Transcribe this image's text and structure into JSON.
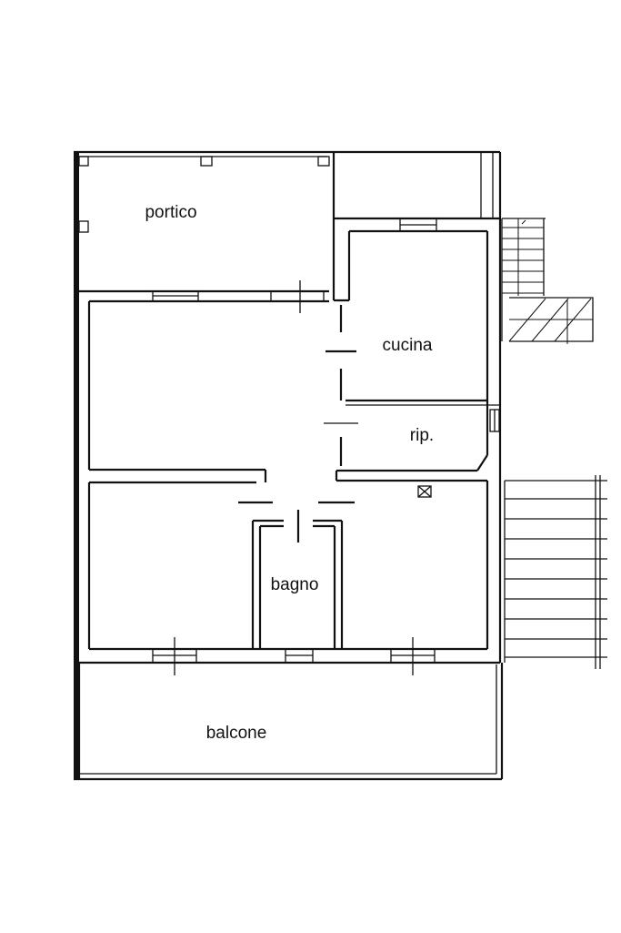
{
  "floor_plan": {
    "rooms": {
      "portico": "portico",
      "cucina": "cucina",
      "ripostiglio": "rip.",
      "bagno": "bagno",
      "balcone": "balcone"
    }
  }
}
